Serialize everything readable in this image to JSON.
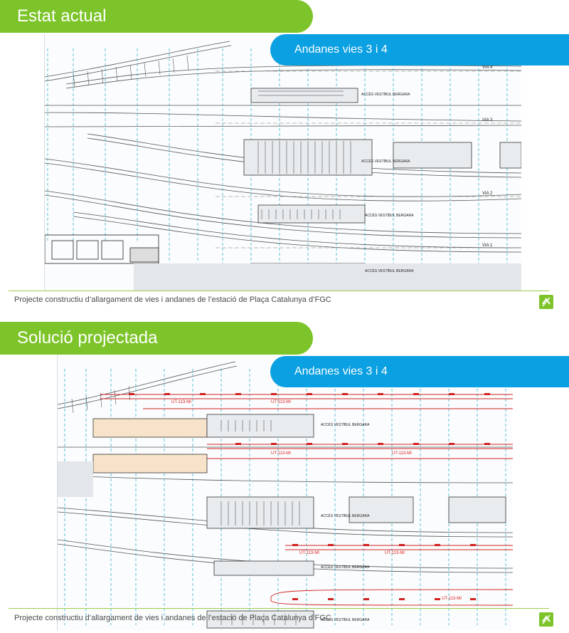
{
  "sections": [
    {
      "banner_title": "Estat actual",
      "tab_label": "Andanes vies 3 i 4",
      "caption": "Projecte constructiu d’allargament de vies i andanes de l’estació de Plaça Catalunya d’FGC",
      "track_labels": [
        "VIA 4",
        "VIA 3",
        "VIA 2",
        "VIA 1"
      ],
      "access_labels": [
        "ACCÉS VESTÍBUL BERGARA",
        "ACCÉS VESTÍBUL BERGARA",
        "ACCÉS VESTÍBUL BERGARA",
        "ACCÉS VESTÍBUL BERGARA"
      ]
    },
    {
      "banner_title": "Solució projectada",
      "tab_label": "Andanes vies 3 i 4",
      "caption": "Projecte constructiu d’allargament de vies i andanes de l’estació de Plaça Catalunya d’FGC",
      "red_labels": [
        "UT-113-MI",
        "UT-113-MI",
        "UT-113-MI",
        "UT-113-MI",
        "UT-113-MI",
        "UT-113-MI",
        "UT-113-MI"
      ],
      "access_labels": [
        "ACCÉS VESTÍBUL BERGARA",
        "ACCÉS VESTÍBUL BERGARA",
        "ACCÉS VESTÍBUL BERGARA",
        "ACCÉS VESTÍBUL BERGARA"
      ]
    }
  ],
  "colors": {
    "green": "#7dc42a",
    "blue": "#0aa0e2",
    "red_markup": "#d22222",
    "cyan_gridlines": "#1aa6c8"
  },
  "icons": {
    "logo": "fgc-logo-icon"
  }
}
